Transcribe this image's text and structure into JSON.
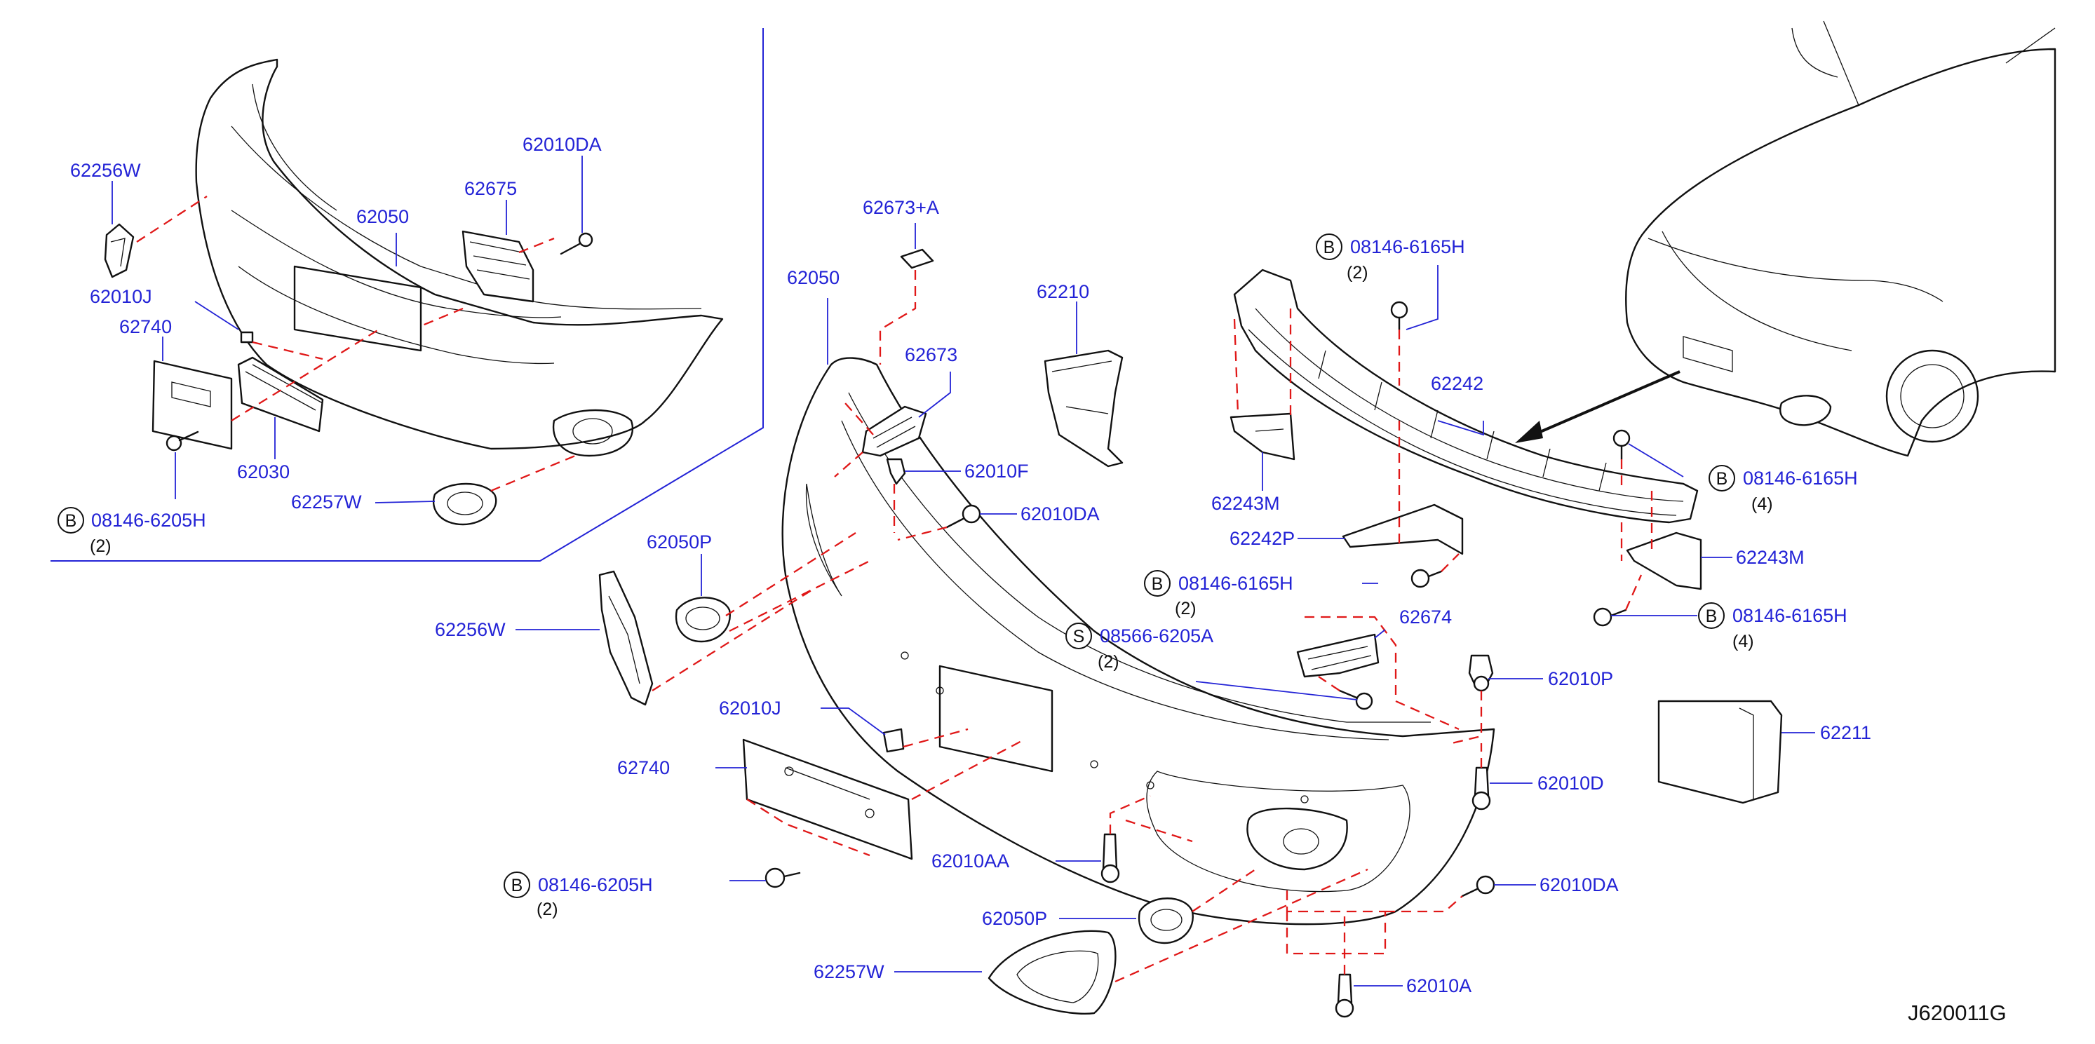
{
  "diagram_id": "J620011G",
  "colors": {
    "label": "#2323d6",
    "hidden_line": "#e01818",
    "outline": "#111111"
  },
  "part_labels": {
    "l_62256W": "62256W",
    "l_62010DA_top": "62010DA",
    "l_62675": "62675",
    "l_62050_inset": "62050",
    "l_62010J_inset": "62010J",
    "l_62740_inset": "62740",
    "l_62030": "62030",
    "l_62257W_inset": "62257W",
    "l_08146_6205H_inset": "08146-6205H",
    "l_62673A": "62673+A",
    "l_62050_main": "62050",
    "l_62210": "62210",
    "l_62673": "62673",
    "l_62010F": "62010F",
    "l_62010DA_mid": "62010DA",
    "l_62050P_left": "62050P",
    "l_62256W_main": "62256W",
    "l_62010J_main": "62010J",
    "l_62740_main": "62740",
    "l_08146_6205H_main": "08146-6205H",
    "l_62010AA": "62010AA",
    "l_62050P_bottom": "62050P",
    "l_62257W_main": "62257W",
    "l_62010A": "62010A",
    "l_08146_6165H_top": "08146-6165H",
    "l_62242": "62242",
    "l_62243M_left": "62243M",
    "l_62242P": "62242P",
    "l_08146_6165H_mid": "08146-6165H",
    "l_08566_6205A": "08566-6205A",
    "l_62674": "62674",
    "l_08146_6165H_right1": "08146-6165H",
    "l_62243M_right": "62243M",
    "l_08146_6165H_right2": "08146-6165H",
    "l_62010P": "62010P",
    "l_62211": "62211",
    "l_62010D": "62010D",
    "l_62010DA_bottom": "62010DA"
  },
  "quantities": {
    "q_inset_6205H": "(2)",
    "q_top_6165H": "(2)",
    "q_mid_6165H": "(2)",
    "q_08566": "(2)",
    "q_right1_6165H": "(4)",
    "q_right2_6165H": "(4)",
    "q_main_6205H": "(2)"
  },
  "prefixes": {
    "bolt": "B",
    "screw": "S"
  }
}
